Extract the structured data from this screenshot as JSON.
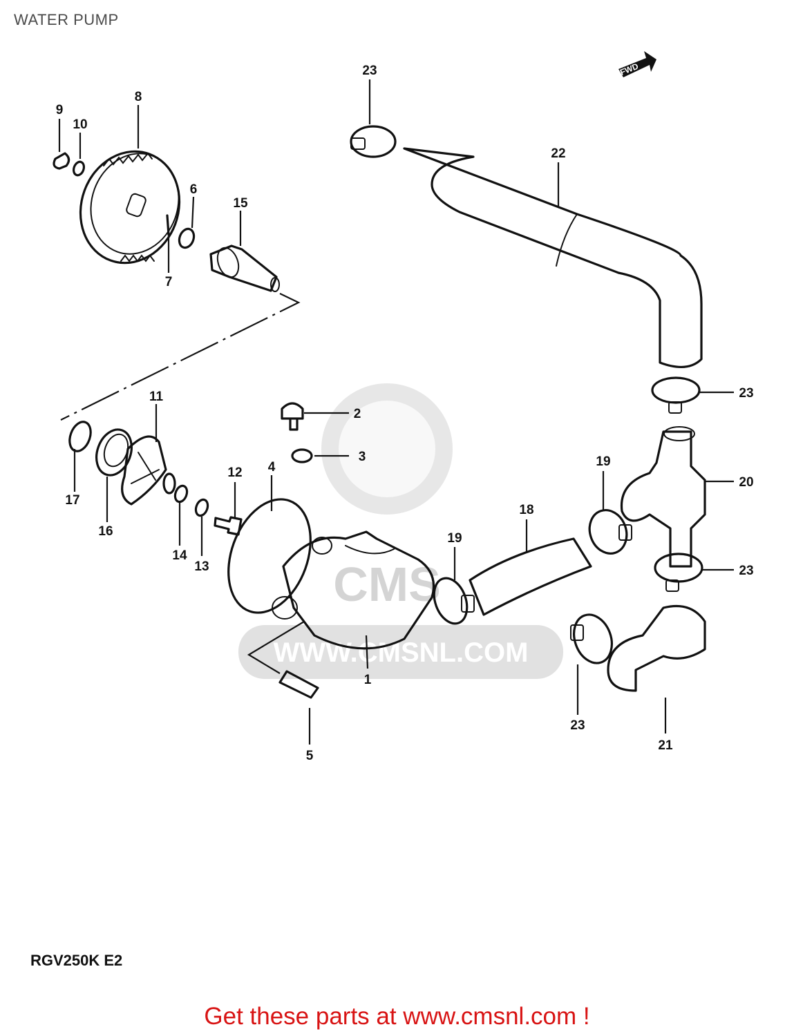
{
  "header": {
    "title": "WATER PUMP"
  },
  "diagram": {
    "model_code": "RGV250K E2",
    "direction_tag": "FWD",
    "watermark": {
      "logo_text": "CMS",
      "url_text": "WWW.CMSNL.COM",
      "color": "#d4d4d4"
    },
    "callouts": [
      {
        "id": "c1",
        "label": "1"
      },
      {
        "id": "c2",
        "label": "2"
      },
      {
        "id": "c3",
        "label": "3"
      },
      {
        "id": "c4",
        "label": "4"
      },
      {
        "id": "c5",
        "label": "5"
      },
      {
        "id": "c6",
        "label": "6"
      },
      {
        "id": "c7",
        "label": "7"
      },
      {
        "id": "c8",
        "label": "8"
      },
      {
        "id": "c9",
        "label": "9"
      },
      {
        "id": "c10",
        "label": "10"
      },
      {
        "id": "c11",
        "label": "11"
      },
      {
        "id": "c12",
        "label": "12"
      },
      {
        "id": "c13",
        "label": "13"
      },
      {
        "id": "c14",
        "label": "14"
      },
      {
        "id": "c15",
        "label": "15"
      },
      {
        "id": "c16",
        "label": "16"
      },
      {
        "id": "c17",
        "label": "17"
      },
      {
        "id": "c18",
        "label": "18"
      },
      {
        "id": "c19a",
        "label": "19"
      },
      {
        "id": "c19b",
        "label": "19"
      },
      {
        "id": "c20",
        "label": "20"
      },
      {
        "id": "c21",
        "label": "21"
      },
      {
        "id": "c22",
        "label": "22"
      },
      {
        "id": "c23a",
        "label": "23"
      },
      {
        "id": "c23b",
        "label": "23"
      },
      {
        "id": "c23c",
        "label": "23"
      },
      {
        "id": "c23d",
        "label": "23"
      }
    ]
  },
  "cta": {
    "text": "Get these parts at www.cmsnl.com !",
    "color": "#d81313"
  }
}
